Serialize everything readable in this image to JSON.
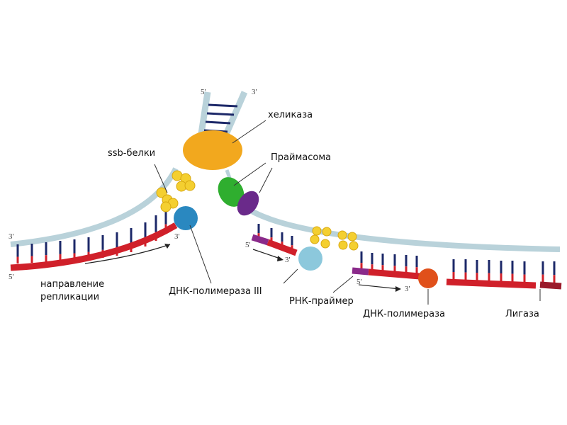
{
  "labels": {
    "helicase": "хеликаза",
    "primasome": "Праймасома",
    "ssb": "ssb-белки",
    "direction_line1": "направление",
    "direction_line2": "репликации",
    "pol3": "ДНК-полимераза III",
    "rna_primer": "РНК-праймер",
    "dna_pol": "ДНК-полимераза",
    "ligase": "Лигаза"
  },
  "strand_ends": {
    "top_5": "5'",
    "top_3": "3'",
    "left_3": "3'",
    "left_5": "5'",
    "leading_3": "3'",
    "frag1_5": "5'",
    "frag1_3": "3'",
    "frag2_5": "5'",
    "frag2_3": "3'"
  },
  "colors": {
    "template": "#b9d2da",
    "new_strand": "#d0202a",
    "rung": "#1c2868",
    "primer": "#8a2a8a",
    "helicase": "#f2a81e",
    "ssb": "#f4cf30",
    "pol3": "#2a88c0",
    "pol3_lagging": "#8cc8dc",
    "dna_pol": "#e0501a",
    "primase_green": "#2fae2f",
    "primase_purple": "#6a2a8a"
  }
}
